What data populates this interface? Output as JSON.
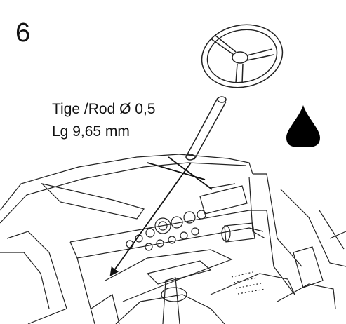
{
  "step": {
    "number": "6"
  },
  "callout": {
    "line1": "Tige /Rod Ø 0,5",
    "line2": "Lg 9,65 mm"
  },
  "icons": {
    "oil_drop": "oil-drop-icon",
    "steering_wheel": "steering-wheel-icon"
  },
  "colors": {
    "ink": "#111111",
    "line": "#222222",
    "background": "#ffffff"
  }
}
